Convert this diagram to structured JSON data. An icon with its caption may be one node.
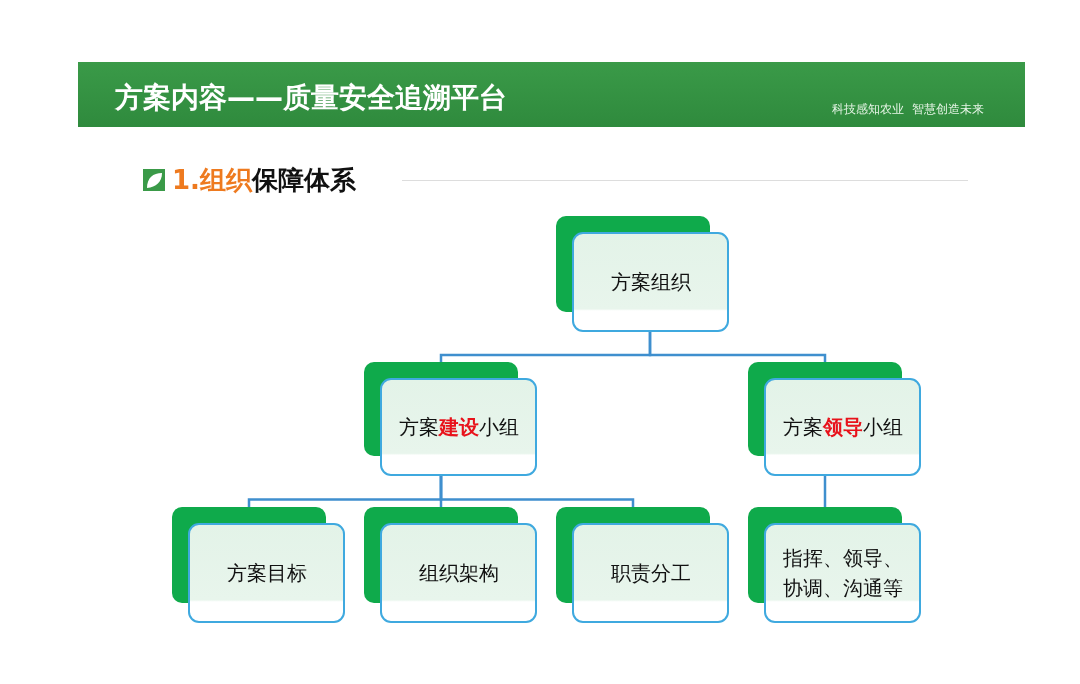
{
  "diagram": {
    "title": "方案内容——质量安全追溯平台",
    "nodes": [
      {
        "text": [
          "方案组织"
        ]
      },
      {
        "text": [
          "方案**建设**小组"
        ]
      },
      {
        "text": [
          "方案**领导**小组"
        ]
      },
      {
        "text": [
          "方案目标"
        ]
      },
      {
        "text": [
          "组织架构"
        ]
      },
      {
        "text": [
          "职责分工"
        ]
      },
      {
        "text": [
          "指挥、领导、协调、沟通等"
        ]
      }
    ],
    "edges": [
      {
        "from": 0,
        "to": 1,
        "arrow": "none"
      },
      {
        "from": 0,
        "to": 2,
        "arrow": "none"
      },
      {
        "from": 1,
        "to": 3,
        "arrow": "none"
      },
      {
        "from": 1,
        "to": 4,
        "arrow": "none"
      },
      {
        "from": 1,
        "to": 5,
        "arrow": "none"
      },
      {
        "from": 2,
        "to": 6,
        "arrow": "none"
      }
    ],
    "labels": [
      "科技感知农业  智慧创造未来",
      "**1.组织**保障体系"
    ]
  }
}
